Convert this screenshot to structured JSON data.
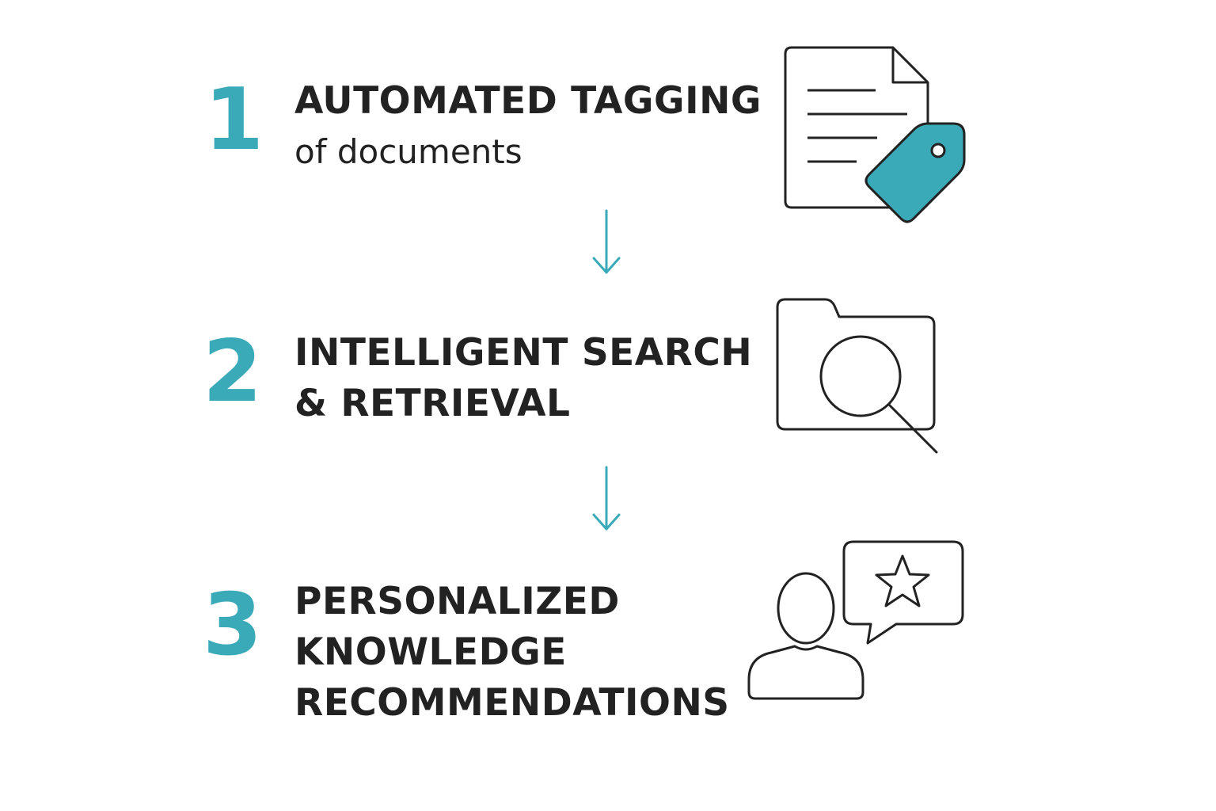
{
  "colors": {
    "accent": "#3aaab9",
    "text": "#222222",
    "stroke": "#222222"
  },
  "steps": [
    {
      "number": "1",
      "title_lines": [
        "AUTOMATED TAGGING"
      ],
      "subtitle": "of documents",
      "icon": "document-tag-icon"
    },
    {
      "number": "2",
      "title_lines": [
        "INTELLIGENT SEARCH",
        "& RETRIEVAL"
      ],
      "icon": "folder-search-icon"
    },
    {
      "number": "3",
      "title_lines": [
        "PERSONALIZED",
        "KNOWLEDGE",
        "RECOMMENDATIONS"
      ],
      "icon": "user-star-recommendation-icon"
    }
  ],
  "connectors": [
    "arrow-down-icon",
    "arrow-down-icon"
  ]
}
